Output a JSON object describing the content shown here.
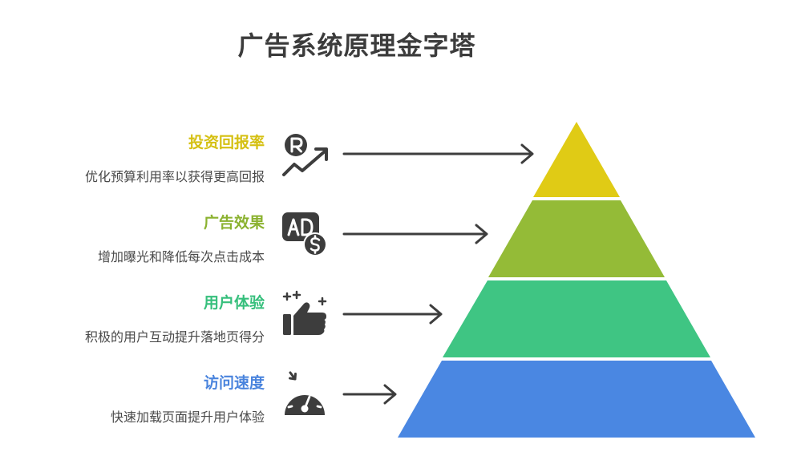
{
  "title": "广告系统原理金字塔",
  "colors": {
    "title": "#3c3c3c",
    "text": "#4a4a4a",
    "icon": "#3d3d3d",
    "arrow": "#3d3d3d"
  },
  "levels": [
    {
      "title": "投资回报率",
      "description": "优化预算利用率以获得更高回报",
      "icon": "roi-rupee-trend-icon",
      "color": "#e0cb15",
      "title_color": "#d5c012"
    },
    {
      "title": "广告效果",
      "description": "增加曝光和降低每次点击成本",
      "icon": "ad-dollar-icon",
      "color": "#94bb37",
      "title_color": "#8bb230"
    },
    {
      "title": "用户体验",
      "description": "积极的用户互动提升落地页得分",
      "icon": "thumbs-up-sparkle-icon",
      "color": "#3fc583",
      "title_color": "#36bf7c"
    },
    {
      "title": "访问速度",
      "description": "快速加载页面提升用户体验",
      "icon": "speedometer-icon",
      "color": "#4a87e2",
      "title_color": "#4a84dd"
    }
  ]
}
